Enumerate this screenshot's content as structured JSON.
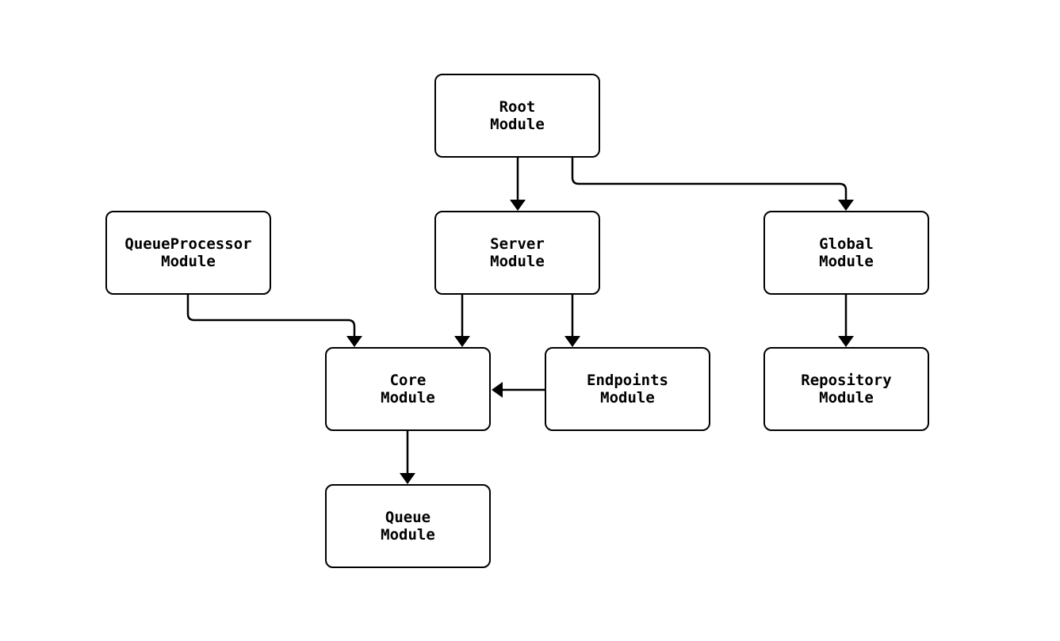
{
  "diagram": {
    "type": "flowchart",
    "background_color": "#ffffff",
    "stroke_color": "#000000",
    "text_color": "#000000",
    "nodes": [
      {
        "id": "root",
        "label": "Root\nModule"
      },
      {
        "id": "queueprocessor",
        "label": "QueueProcessor\nModule"
      },
      {
        "id": "server",
        "label": "Server\nModule"
      },
      {
        "id": "global",
        "label": "Global\nModule"
      },
      {
        "id": "core",
        "label": "Core\nModule"
      },
      {
        "id": "endpoints",
        "label": "Endpoints\nModule"
      },
      {
        "id": "repository",
        "label": "Repository\nModule"
      },
      {
        "id": "queue",
        "label": "Queue\nModule"
      }
    ],
    "edges": [
      {
        "from": "root",
        "to": "server"
      },
      {
        "from": "root",
        "to": "global"
      },
      {
        "from": "queueprocessor",
        "to": "core"
      },
      {
        "from": "server",
        "to": "core"
      },
      {
        "from": "server",
        "to": "endpoints"
      },
      {
        "from": "endpoints",
        "to": "core"
      },
      {
        "from": "global",
        "to": "repository"
      },
      {
        "from": "core",
        "to": "queue"
      }
    ]
  }
}
